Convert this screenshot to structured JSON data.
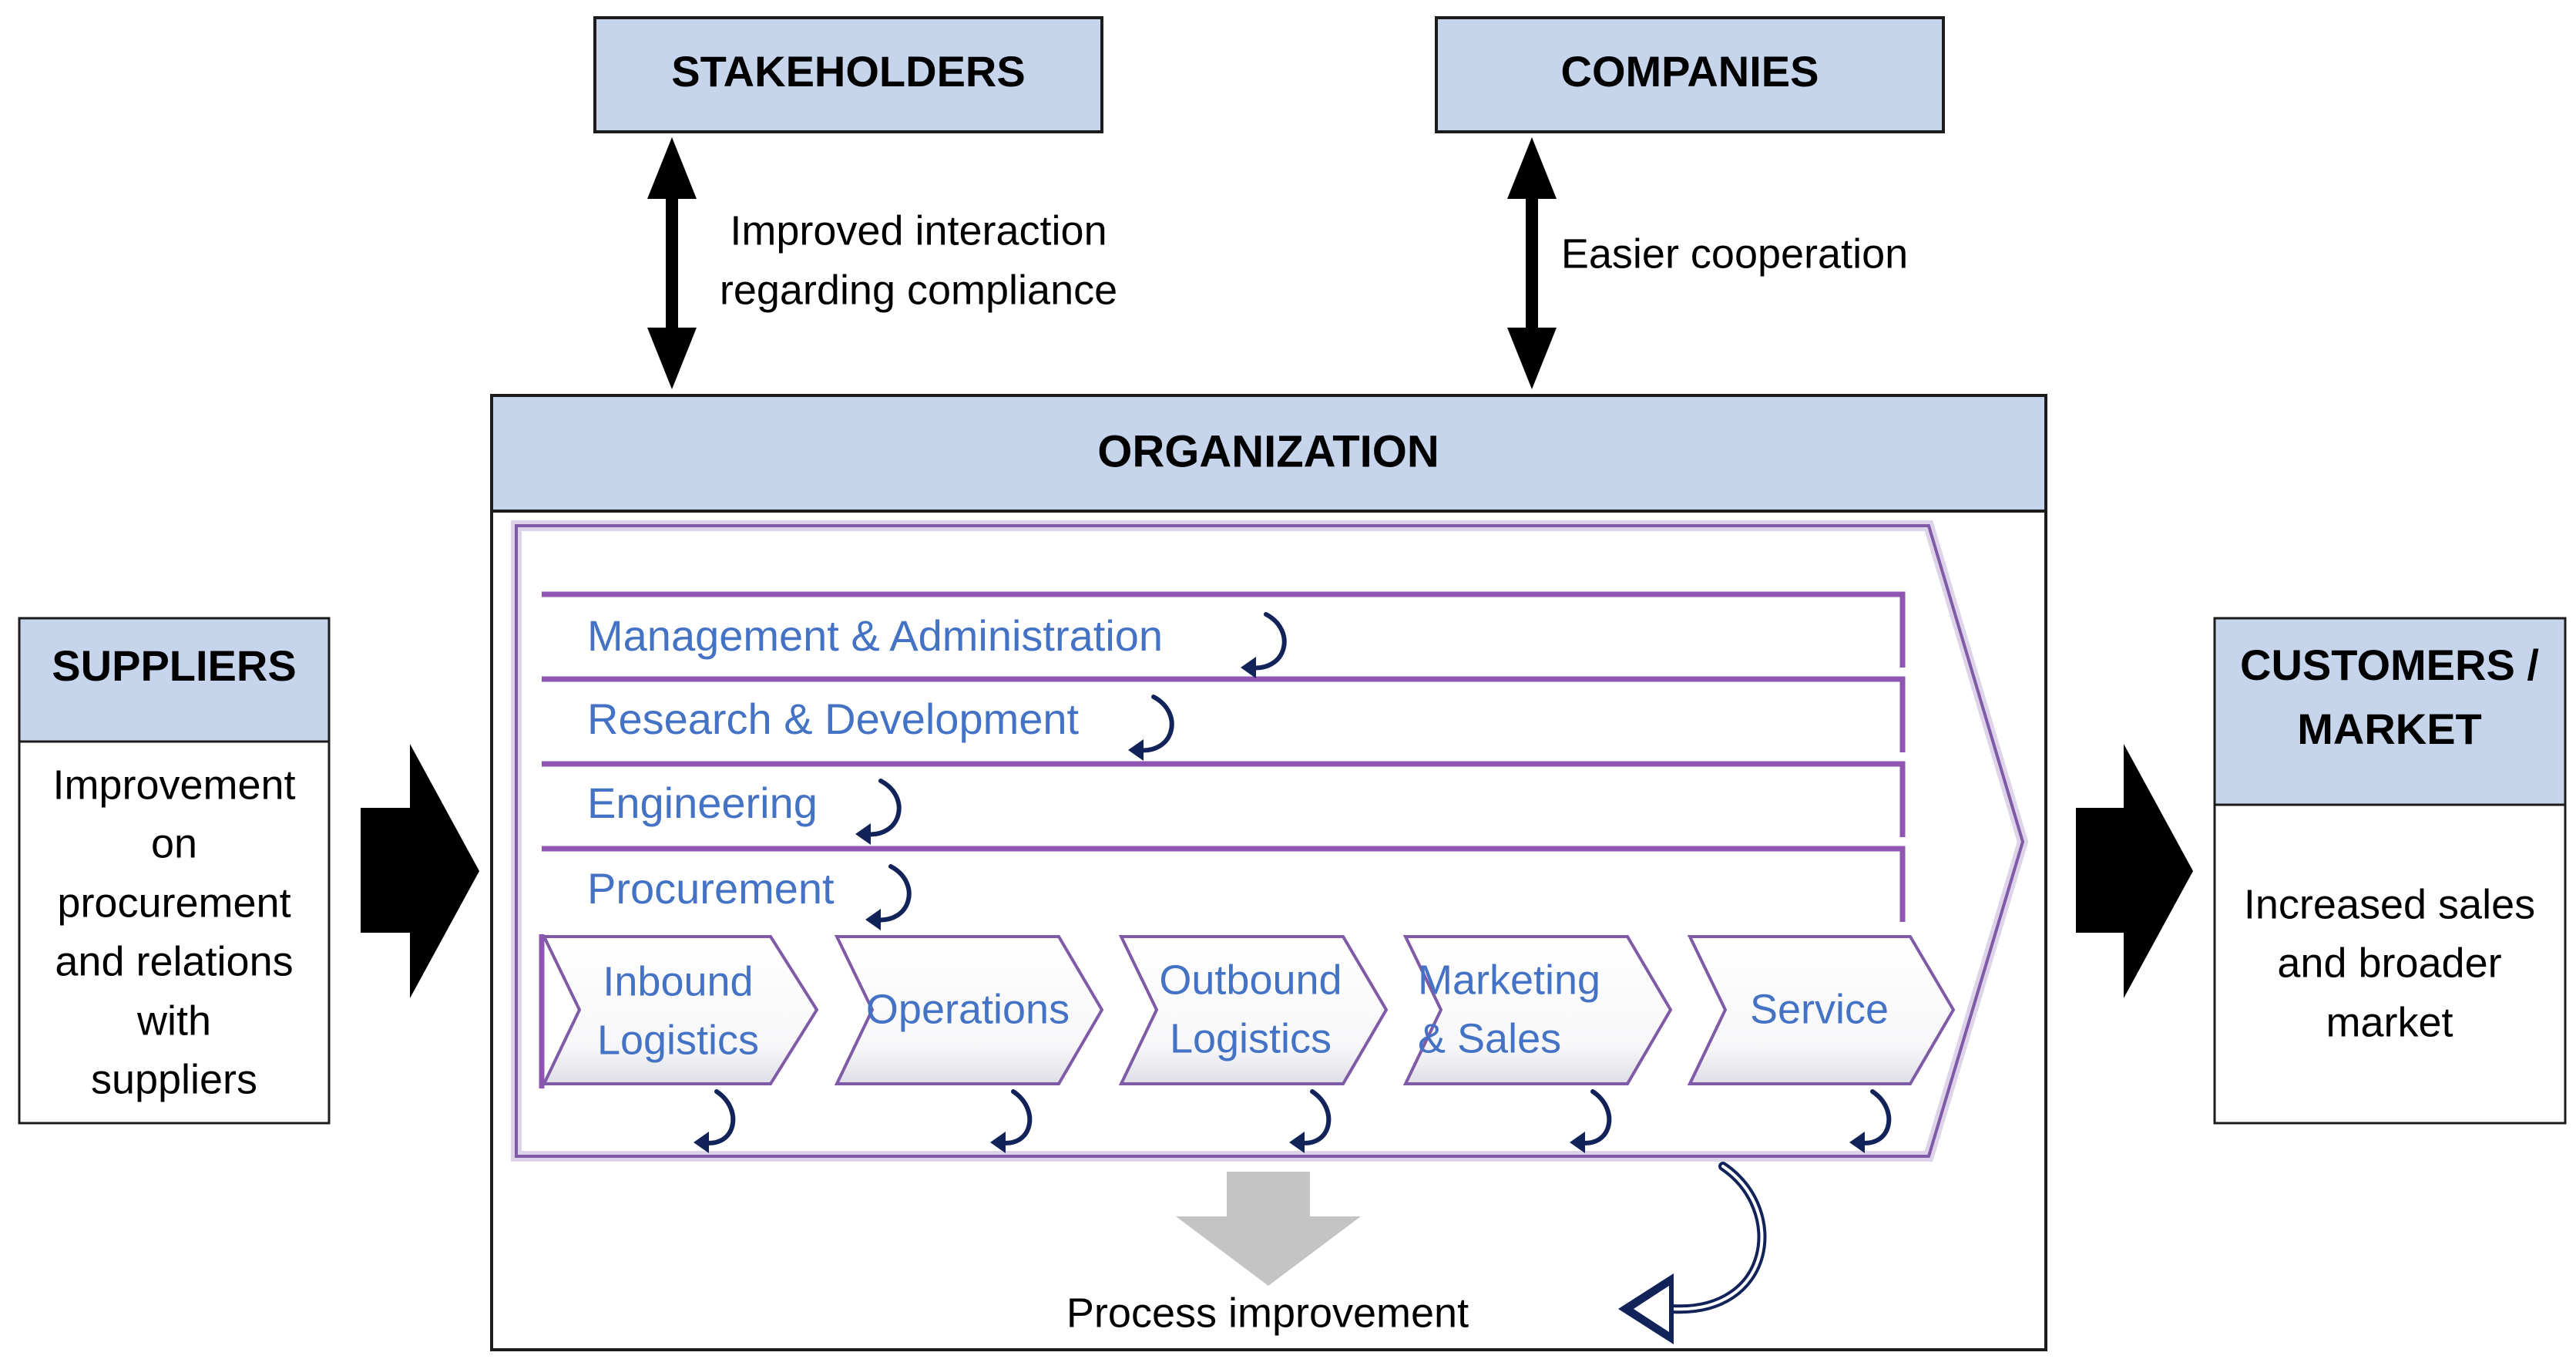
{
  "colors": {
    "header_fill": "#c6d5ec",
    "border": "#1c1c1c",
    "chain_outline": "#7f5aa6",
    "chain_line": "#8e55b3",
    "activity_text": "#4472c4",
    "cycle_arrow": "#12235a",
    "big_arrow": "#000000",
    "process_arrow": "#c4c4c4"
  },
  "icons": {
    "flow_arrow": "black-block-right-arrow-icon",
    "cycle": "curved-cycle-arrow-icon",
    "double": "double-headed-vertical-arrow-icon"
  },
  "stakeholders": {
    "title": "STAKEHOLDERS",
    "note_line1": "Improved interaction",
    "note_line2": "regarding compliance"
  },
  "companies": {
    "title": "COMPANIES",
    "note": "Easier cooperation"
  },
  "suppliers": {
    "title": "SUPPLIERS",
    "lines": [
      "Improvement",
      "on",
      "procurement",
      "and relations",
      "with",
      "suppliers"
    ]
  },
  "customers": {
    "title_line1": "CUSTOMERS /",
    "title_line2": "MARKET",
    "lines": [
      "Increased sales",
      "and broader",
      "market"
    ]
  },
  "organization": {
    "title": "ORGANIZATION",
    "support_activities": [
      "Management & Administration",
      "Research & Development",
      "Engineering",
      "Procurement"
    ],
    "primary_activities": [
      {
        "line1": "Inbound",
        "line2": "Logistics"
      },
      {
        "line1": "Operations",
        "line2": ""
      },
      {
        "line1": "Outbound",
        "line2": "Logistics"
      },
      {
        "line1": "Marketing",
        "line2": "& Sales"
      },
      {
        "line1": "Service",
        "line2": ""
      }
    ],
    "process_improvement": "Process improvement"
  }
}
